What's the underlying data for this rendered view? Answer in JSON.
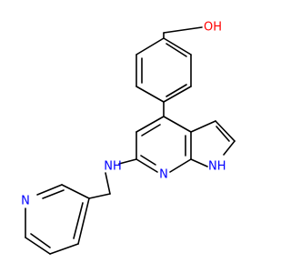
{
  "molecule": {
    "atoms": {
      "hydroxyl": {
        "label": "OH",
        "color": "#ff0000"
      },
      "pyrrole_nh": {
        "label": "NH",
        "color": "#0000ff"
      },
      "pyridine_n_core": {
        "label": "N",
        "color": "#0000ff"
      },
      "amine_nh": {
        "label": "NH",
        "color": "#0000ff"
      },
      "pyridine_n_ring": {
        "label": "N",
        "color": "#0000ff"
      }
    }
  }
}
